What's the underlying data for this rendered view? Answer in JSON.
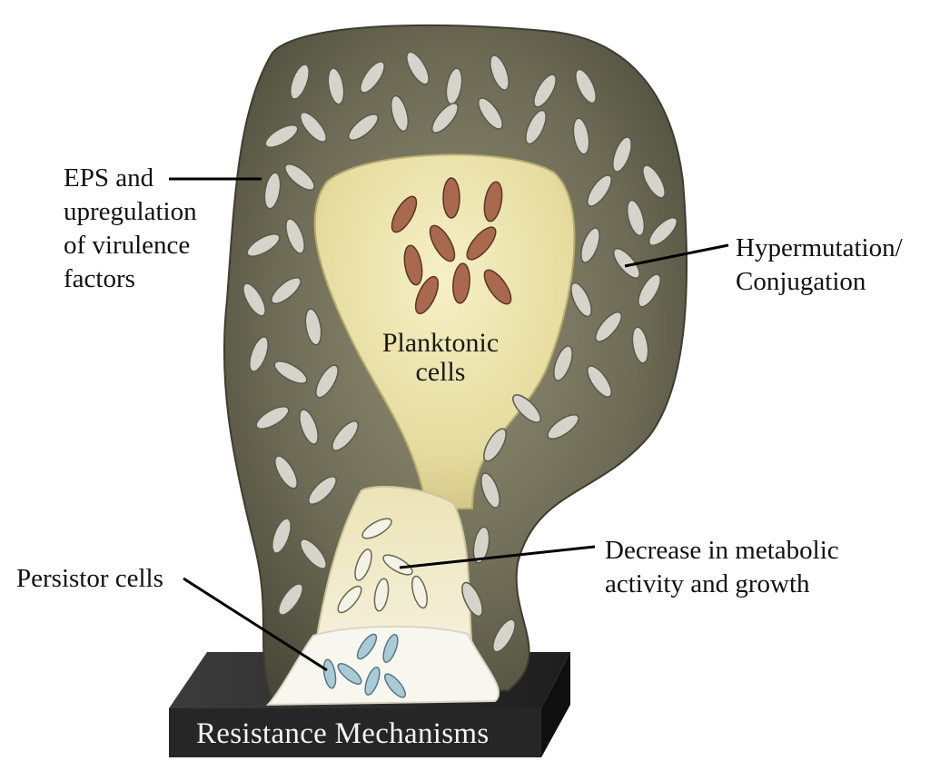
{
  "labels": {
    "eps": [
      "EPS and",
      "upregulation",
      "of virulence",
      "factors"
    ],
    "hypermutation": [
      "Hypermutation/",
      "Conjugation"
    ],
    "planktonic": [
      "Planktonic",
      "cells"
    ],
    "decrease": [
      "Decrease in metabolic",
      "activity and growth"
    ],
    "persistor": "Persistor cells",
    "base": "Resistance Mechanisms"
  },
  "colors": {
    "outer_biofilm": "#6b6a55",
    "inner_chamber": "#e9e1ab",
    "lower_chamber": "#ece6c4",
    "persistor_zone": "#f7f6ee",
    "planktonic_cell": "#a56a55",
    "biofilm_cell": "#d7d6cc",
    "persistor_cell": "#9fc0cc",
    "base_block": "#2a2a2a"
  }
}
